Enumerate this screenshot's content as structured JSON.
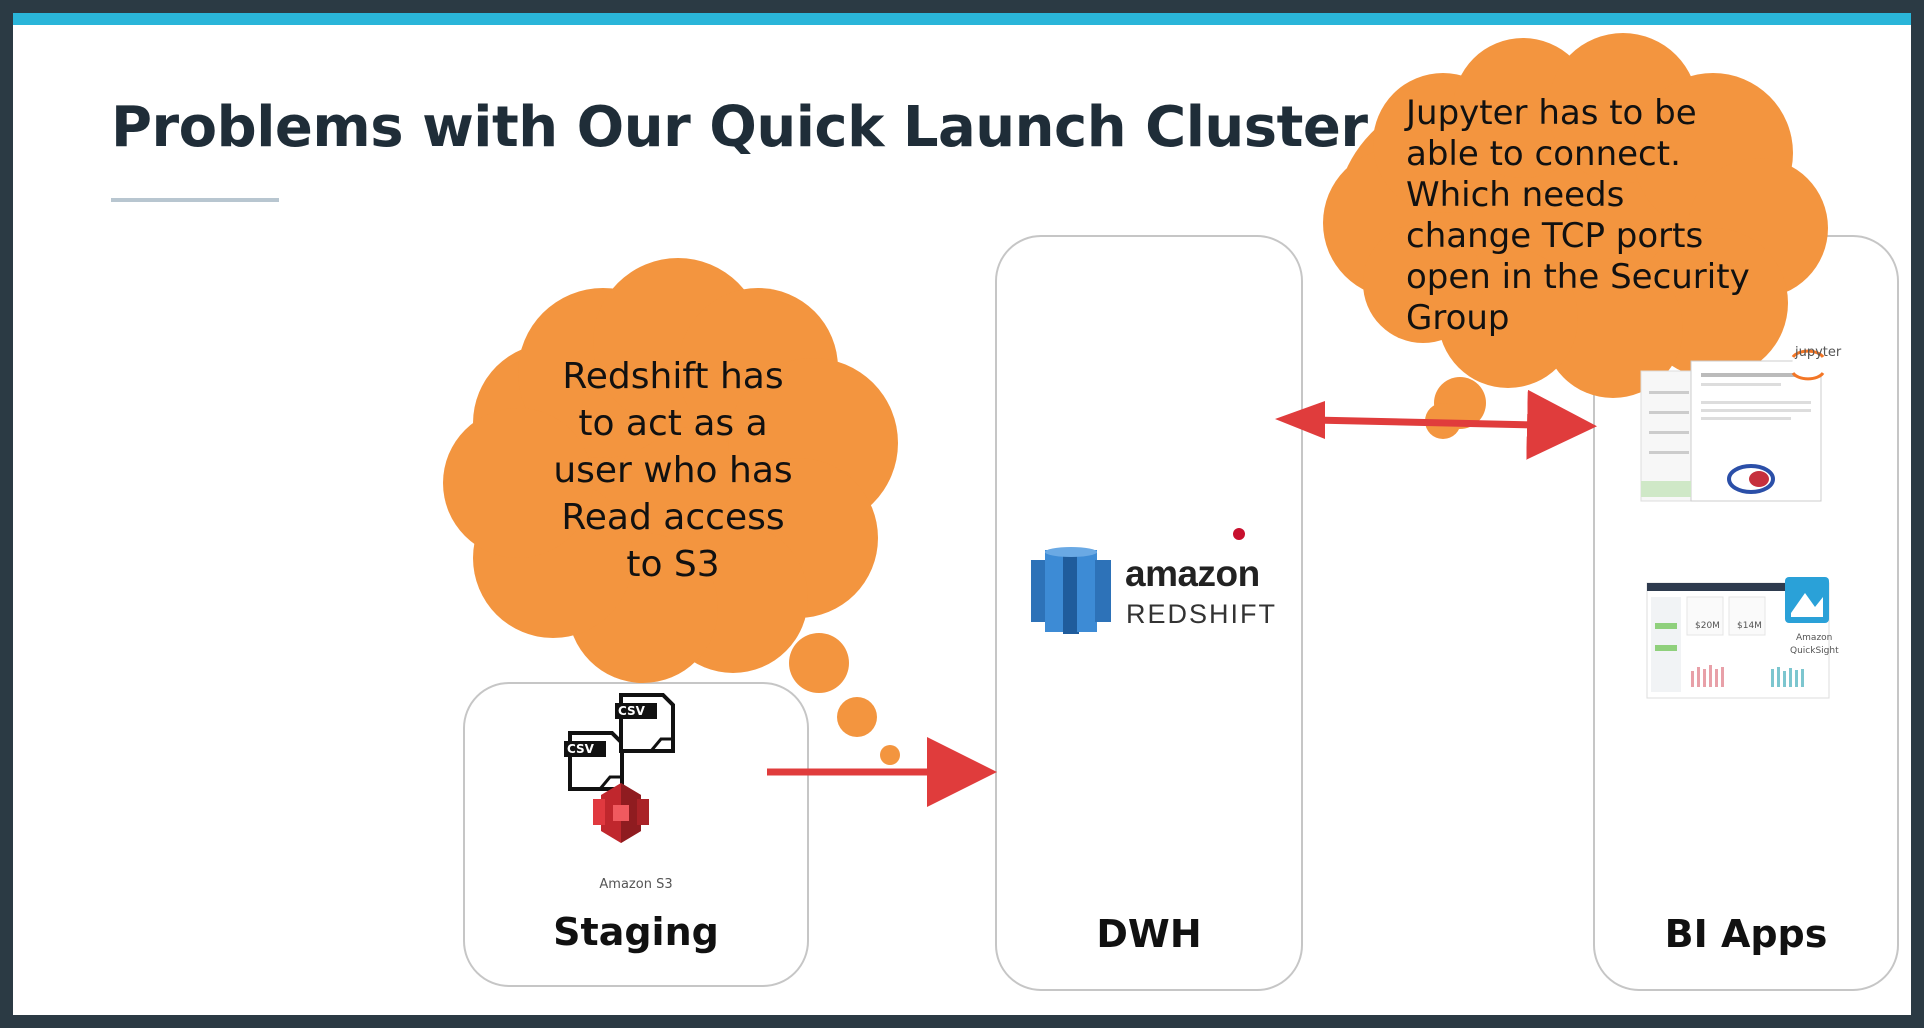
{
  "slide": {
    "title": "Problems with Our Quick Launch Cluster"
  },
  "panels": {
    "staging": {
      "label": "Staging",
      "s3_caption": "Amazon S3",
      "file_badge": "CSV"
    },
    "dwh": {
      "label": "DWH",
      "logo_word1": "amazon",
      "logo_word2": "REDSHIFT"
    },
    "bi_apps": {
      "label": "BI Apps",
      "jupyter_word": "jupyter",
      "quicksight_caption_1": "Amazon",
      "quicksight_caption_2": "QuickSight",
      "kpi_1": "$20M",
      "kpi_2": "$14M"
    }
  },
  "callouts": {
    "left": [
      "Redshift has",
      "to act as a",
      "user who has",
      "Read access",
      "to S3"
    ],
    "right": [
      "Jupyter has to be",
      "able to connect.",
      "Which needs",
      "change TCP ports",
      "open in the Security",
      "Group"
    ]
  },
  "colors": {
    "accent_bar": "#2ab5d9",
    "cloud": "#f3953f",
    "arrow": "#e03c3c",
    "title": "#1f2d38"
  },
  "icons": [
    "csv-file-icon",
    "amazon-s3-icon",
    "amazon-redshift-icon",
    "jupyter-icon",
    "quicksight-icon"
  ]
}
